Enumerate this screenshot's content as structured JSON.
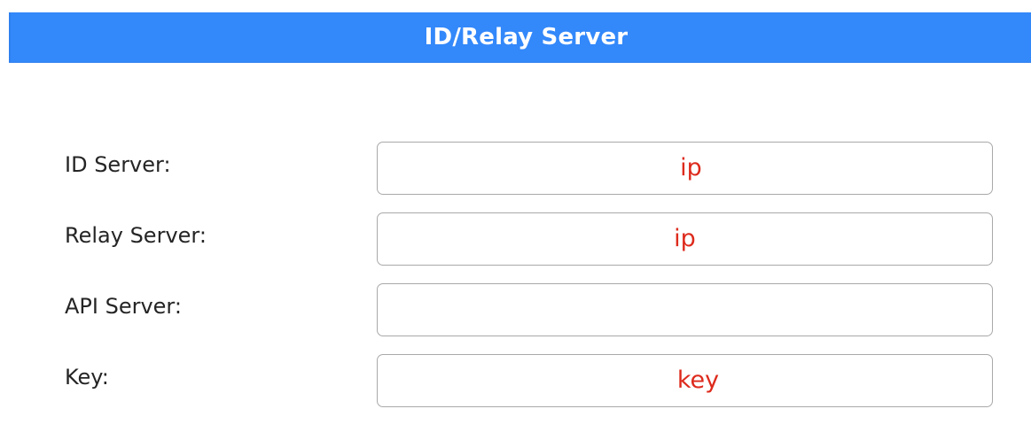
{
  "header": {
    "title": "ID/Relay Server",
    "background_color": "#3388fa",
    "text_color": "#ffffff"
  },
  "colors": {
    "accent_blue": "#3388fa",
    "value_red": "#dd2a1c",
    "label_text": "#252525",
    "field_border": "#a9a9a9",
    "page_background": "#ffffff"
  },
  "form": {
    "rows": [
      {
        "label": "ID Server:",
        "value": "ip",
        "placeholder": ""
      },
      {
        "label": "Relay Server:",
        "value": "ip",
        "placeholder": ""
      },
      {
        "label": "API Server:",
        "value": "",
        "placeholder": ""
      },
      {
        "label": "Key:",
        "value": "key",
        "placeholder": ""
      }
    ]
  }
}
